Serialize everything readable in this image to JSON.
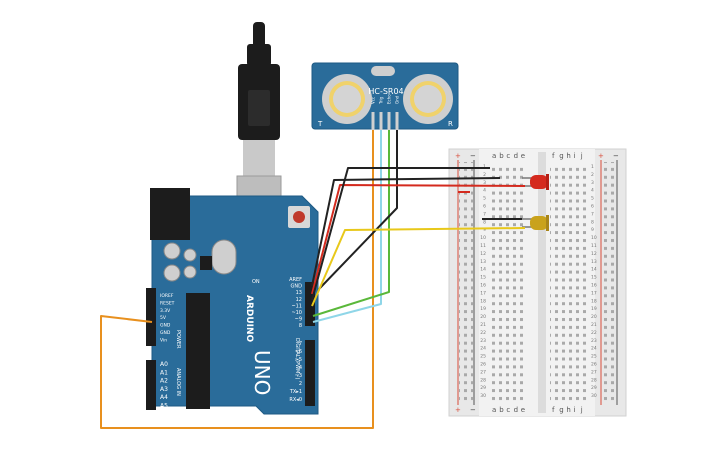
{
  "sensor": {
    "model": "HC-SR04",
    "left_mark": "T",
    "right_mark": "R",
    "pins": [
      "Vcc",
      "Trig",
      "Echo",
      "Gnd"
    ]
  },
  "arduino": {
    "brand": "ARDUINO",
    "model": "UNO",
    "on_label": "ON",
    "tx_rx": [
      "TX",
      "RX"
    ],
    "digital_label": "DIGITAL (PWM~)",
    "power_label": "POWER",
    "analog_label": "ANALOG IN",
    "power_pins": [
      "IOREF",
      "RESET",
      "3.3V",
      "5V",
      "GND",
      "GND",
      "Vin"
    ],
    "analog_pins": [
      "A0",
      "A1",
      "A2",
      "A3",
      "A4",
      "A5"
    ],
    "top_pins": [
      "AREF",
      "GND",
      "13",
      "12",
      "~11",
      "~10",
      "~9",
      "8"
    ],
    "bottom_pins": [
      "7",
      "~6",
      "~5",
      "4",
      "~3",
      "2",
      "TX▸1",
      "RX◂0"
    ]
  },
  "breadboard": {
    "columns_left": [
      "a",
      "b",
      "c",
      "d",
      "e"
    ],
    "columns_right": [
      "f",
      "g",
      "h",
      "i",
      "j"
    ],
    "rows": 30,
    "rail_plus": "+",
    "rail_minus": "−"
  },
  "leds": [
    {
      "color_name": "red",
      "color": "#d42a1e"
    },
    {
      "color_name": "yellow",
      "color": "#c9a21c"
    }
  ],
  "wires": [
    {
      "from": "sensor Vcc",
      "to": "Arduino 5V",
      "color": "#e8901e"
    },
    {
      "from": "sensor Trig",
      "to": "Arduino pin 9",
      "color": "#8fd6e8"
    },
    {
      "from": "sensor Echo",
      "to": "Arduino pin 10",
      "color": "#5ab83a"
    },
    {
      "from": "sensor Gnd",
      "to": "Arduino GND",
      "color": "#222222"
    },
    {
      "from": "Arduino 13",
      "to": "red LED",
      "color": "#d42a1e"
    },
    {
      "from": "Arduino 12",
      "to": "yellow LED",
      "color": "#e8c81a"
    }
  ]
}
